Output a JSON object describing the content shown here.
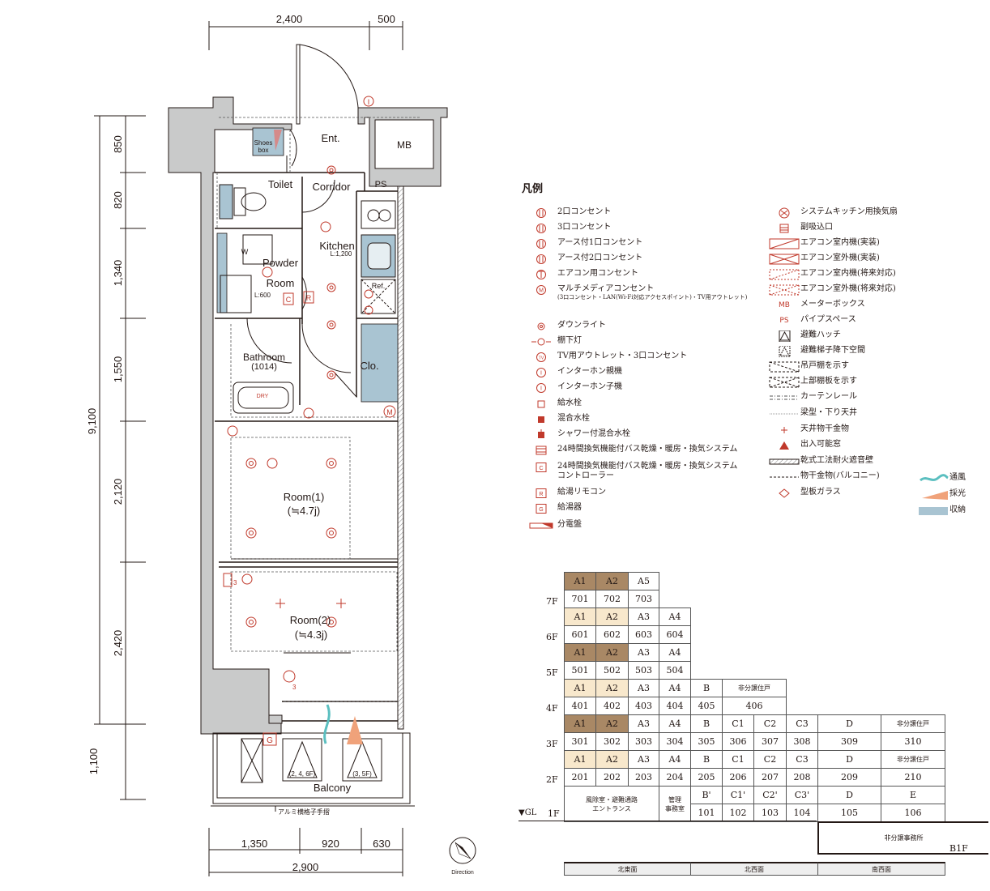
{
  "dimensions": {
    "top": [
      "2,400",
      "500"
    ],
    "left": [
      "850",
      "820",
      "1,340",
      "1,550",
      "2,120",
      "2,420",
      "1,100"
    ],
    "left_total": "9,100",
    "bottom": [
      "1,350",
      "920",
      "630"
    ],
    "bottom_total": "2,900"
  },
  "plan": {
    "entrance": "Ent.",
    "meter_box": "MB",
    "shoes_box": [
      "Shoes",
      "box"
    ],
    "pipe_space": "PS",
    "toilet": "Toilet",
    "corridor": "Corridor",
    "kitchen": "Kitchen",
    "kitchen_sub": "L:1,200",
    "powder_room": [
      "Powder",
      "Room"
    ],
    "washer": "W",
    "powder_sub": "L:600",
    "controller_mark": "C",
    "remote_mark": "R",
    "fridge": "Ref.",
    "bathroom": "Bathroom",
    "bathroom_size": "(1014)",
    "dry_mark": "DRY",
    "closet": "Clo.",
    "multimedia_mark": "M",
    "room1": "Room(1)",
    "room1_size": "(≒4.7j)",
    "room2": "Room(2)",
    "room2_size": "(≒4.3j)",
    "outlet_num": "3",
    "balcony": "Balcony",
    "water_heater_mark": "G",
    "hatch1": "(2, 4, 6F)",
    "hatch2": "(3, 5F)",
    "rail_note": "アルミ横格子手摺",
    "direction": "Direction",
    "interphone_mark": "I"
  },
  "legend": {
    "title": "凡例",
    "left": [
      {
        "icon": "outlet-2",
        "label": "2口コンセント"
      },
      {
        "icon": "outlet-3",
        "label": "3口コンセント"
      },
      {
        "icon": "outlet-earth-1",
        "label": "アース付1口コンセント"
      },
      {
        "icon": "outlet-earth-2",
        "label": "アース付2口コンセント"
      },
      {
        "icon": "aircon-outlet",
        "label": "エアコン用コンセント"
      },
      {
        "icon": "multimedia-outlet",
        "label": "マルチメディアコンセント",
        "sub": "(3口コンセント・LAN(Wi-Fi対応アクセスポイント)・TV用アウトレット)"
      },
      {
        "icon": "downlight",
        "label": "ダウンライト"
      },
      {
        "icon": "under-shelf-light",
        "label": "棚下灯"
      },
      {
        "icon": "tv-outlet",
        "label": "TV用アウトレット・3口コンセント"
      },
      {
        "icon": "interphone-main",
        "label": "インターホン親機"
      },
      {
        "icon": "interphone-sub",
        "label": "インターホン子機"
      },
      {
        "icon": "water-tap",
        "label": "給水栓"
      },
      {
        "icon": "mixing-tap",
        "label": "混合水栓"
      },
      {
        "icon": "shower-tap",
        "label": "シャワー付混合水栓"
      },
      {
        "icon": "bath-dryer",
        "label": "24時間換気機能付バス乾燥・暖房・換気システム"
      },
      {
        "icon": "bath-controller",
        "label": "24時間換気機能付バス乾燥・暖房・換気システムコントローラー"
      },
      {
        "icon": "hot-water-remote",
        "label": "給湯リモコン"
      },
      {
        "icon": "water-heater",
        "label": "給湯器"
      },
      {
        "icon": "distribution-board",
        "label": "分電盤"
      }
    ],
    "right": [
      {
        "icon": "kitchen-fan",
        "label": "システムキッチン用換気扇"
      },
      {
        "icon": "air-intake",
        "label": "副吸込口"
      },
      {
        "icon": "aircon-indoor",
        "label": "エアコン室内機(実装)"
      },
      {
        "icon": "aircon-outdoor",
        "label": "エアコン室外機(実装)"
      },
      {
        "icon": "aircon-indoor-future",
        "label": "エアコン室内機(将来対応)"
      },
      {
        "icon": "aircon-outdoor-future",
        "label": "エアコン室外機(将来対応)"
      },
      {
        "icon": "meter-box",
        "symbol": "MB",
        "label": "メーターボックス"
      },
      {
        "icon": "pipe-space",
        "symbol": "PS",
        "label": "パイプスペース"
      },
      {
        "icon": "escape-hatch",
        "label": "避難ハッチ"
      },
      {
        "icon": "escape-ladder",
        "label": "避難梯子降下空間"
      },
      {
        "icon": "hanging-shelf",
        "label": "吊戸棚を示す"
      },
      {
        "icon": "upper-shelf",
        "label": "上部棚板を示す"
      },
      {
        "icon": "curtain-rail",
        "label": "カーテンレール"
      },
      {
        "icon": "beam",
        "label": "梁型・下り天井"
      },
      {
        "icon": "ceiling-hook",
        "label": "天井物干金物"
      },
      {
        "icon": "exit-window",
        "label": "出入可能窓"
      },
      {
        "icon": "fire-wall",
        "label": "乾式工法耐火遮音壁"
      },
      {
        "icon": "balcony-hanger",
        "label": "物干金物(バルコニー)"
      },
      {
        "icon": "patterned-glass",
        "label": "型板ガラス"
      }
    ],
    "extras": [
      {
        "label": "通風",
        "color": "#5bbfc0"
      },
      {
        "label": "採光",
        "color": "#f0a27a"
      },
      {
        "label": "収納",
        "color": "#a9c4d2"
      }
    ]
  },
  "stack": {
    "colors": {
      "dark": "#a98865",
      "light": "#f8e8cc",
      "line": "#555555"
    },
    "floors": [
      "7F",
      "6F",
      "5F",
      "4F",
      "3F",
      "2F",
      "1F"
    ],
    "gl": "▼GL",
    "b1f": "B1F",
    "rows": [
      {
        "floor": "7F",
        "types": [
          "A1",
          "A2",
          "A5"
        ],
        "rooms": [
          "701",
          "702",
          "703"
        ]
      },
      {
        "floor": "6F",
        "types": [
          "A1",
          "A2",
          "A3",
          "A4"
        ],
        "rooms": [
          "601",
          "602",
          "603",
          "604"
        ]
      },
      {
        "floor": "5F",
        "types": [
          "A1",
          "A2",
          "A3",
          "A4"
        ],
        "rooms": [
          "501",
          "502",
          "503",
          "504"
        ]
      },
      {
        "floor": "4F",
        "types": [
          "A1",
          "A2",
          "A3",
          "A4",
          "B",
          "非分譲住戸"
        ],
        "rooms": [
          "401",
          "402",
          "403",
          "404",
          "405",
          "406"
        ]
      },
      {
        "floor": "3F",
        "types": [
          "A1",
          "A2",
          "A3",
          "A4",
          "B",
          "C1",
          "C2",
          "C3",
          "D",
          "非分譲住戸"
        ],
        "rooms": [
          "301",
          "302",
          "303",
          "304",
          "305",
          "306",
          "307",
          "308",
          "309",
          "310"
        ]
      },
      {
        "floor": "2F",
        "types": [
          "A1",
          "A2",
          "A3",
          "A4",
          "B",
          "C1",
          "C2",
          "C3",
          "D",
          "非分譲住戸"
        ],
        "rooms": [
          "201",
          "202",
          "203",
          "204",
          "205",
          "206",
          "207",
          "208",
          "209",
          "210"
        ]
      }
    ],
    "ground": {
      "lobby": [
        "風除室・避難通路",
        "エントランス"
      ],
      "office": [
        "管理",
        "事務室"
      ],
      "types": [
        "B'",
        "C1'",
        "C2'",
        "C3'",
        "D",
        "E"
      ],
      "rooms": [
        "101",
        "102",
        "103",
        "104",
        "105",
        "106"
      ]
    },
    "basement_office": "非分譲事務所",
    "faces": [
      "北東面",
      "北西面",
      "南西面"
    ]
  }
}
